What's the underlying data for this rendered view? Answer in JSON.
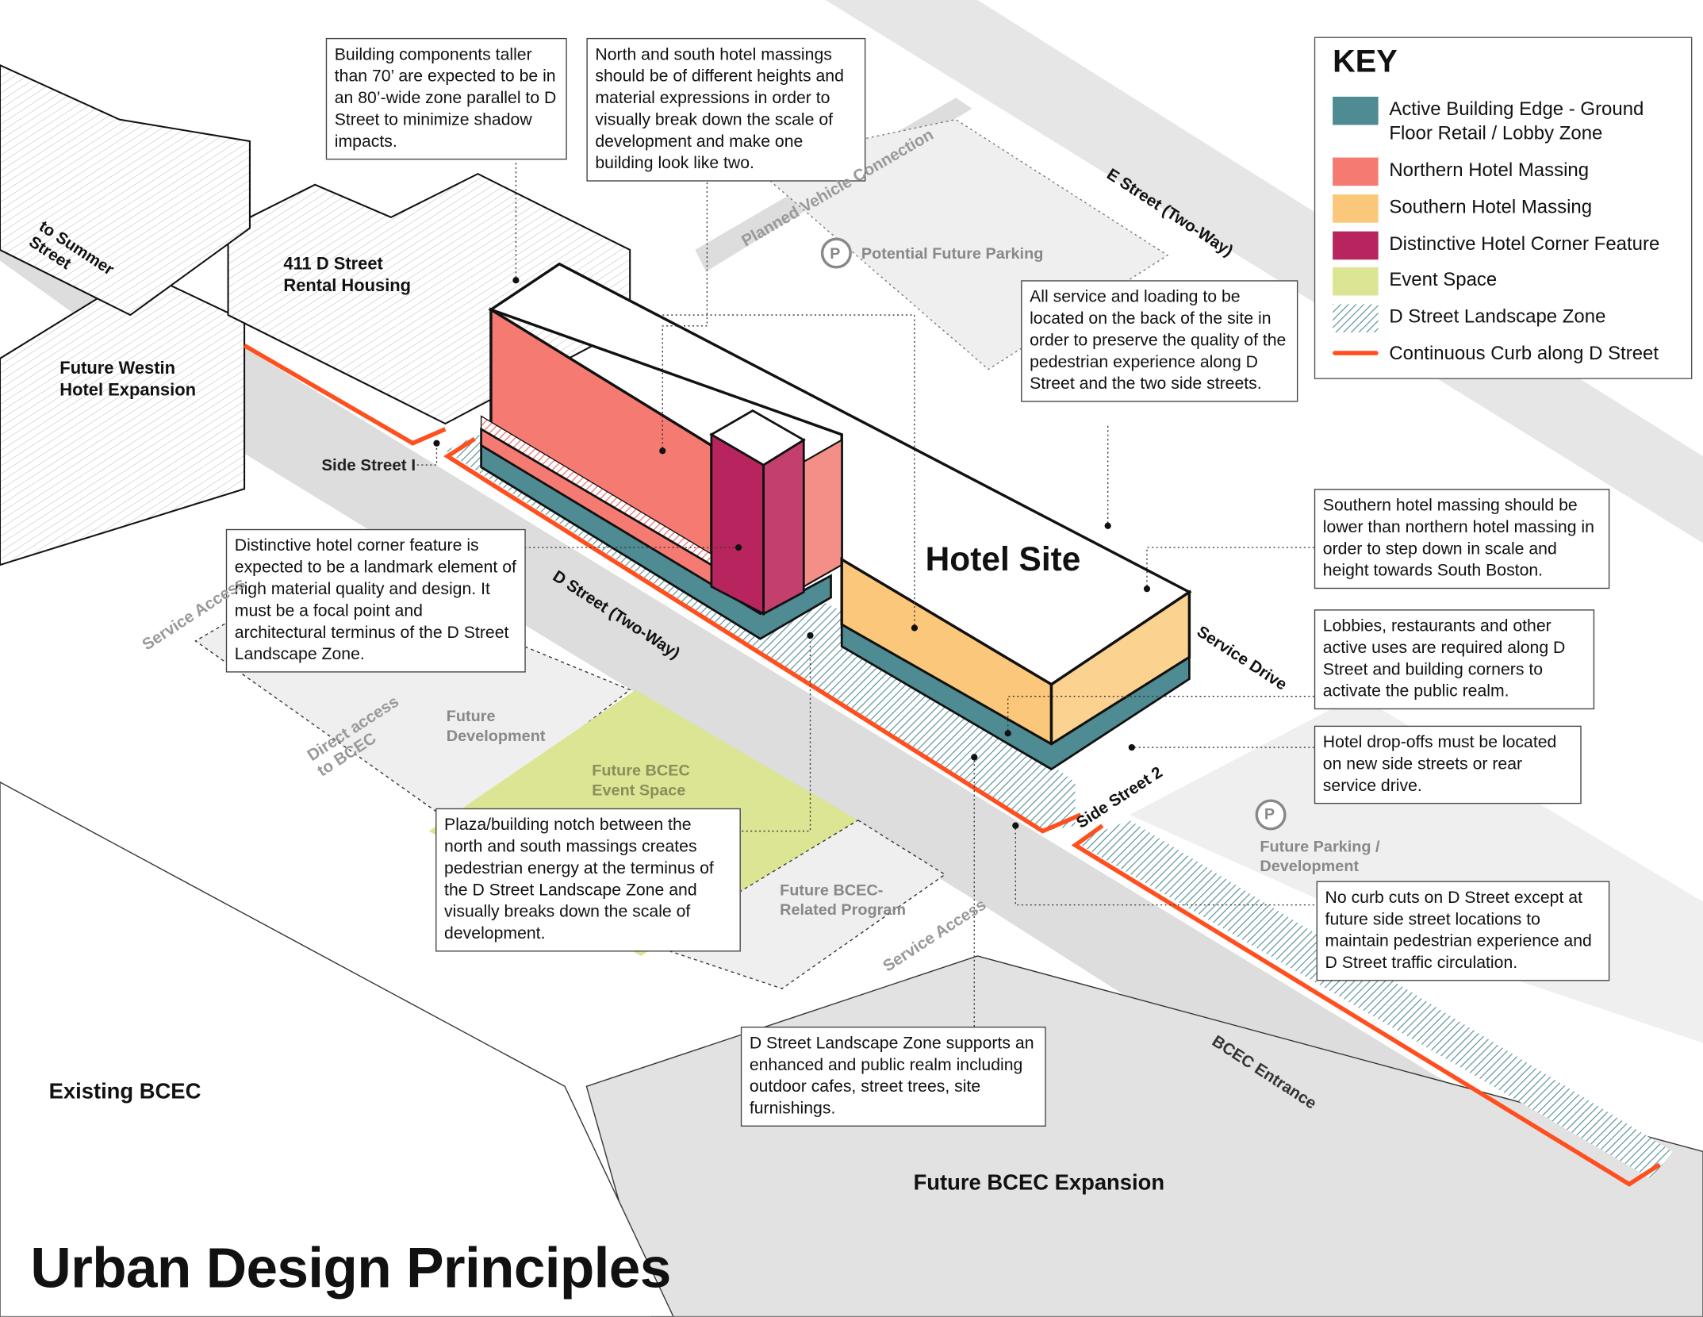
{
  "title": "Urban Design Principles",
  "key": {
    "heading": "KEY",
    "items": [
      {
        "label": "Active Building Edge - Ground\nFloor Retail / Lobby Zone",
        "color": "#4e8b92"
      },
      {
        "label": "Northern Hotel Massing",
        "color": "#f47a72"
      },
      {
        "label": "Southern Hotel Massing",
        "color": "#fbc77a"
      },
      {
        "label": "Distinctive Hotel Corner Feature",
        "color": "#b8245e"
      },
      {
        "label": "Event Space",
        "color": "#dbe594"
      },
      {
        "label": "D Street Landscape Zone",
        "color": "#4e8b92"
      },
      {
        "label": "Continuous Curb along D Street",
        "color": "#ff4f1f"
      }
    ]
  },
  "notes": {
    "height": "Building components taller than 70’ are expected to be in an 80’-wide zone parallel to D Street to minimize shadow impacts.",
    "massings": "North and south hotel massings should be of different heights and material expressions in order to visually break down the scale of development and make one building look like two.",
    "service": "All service and loading to be located on the back of the site in order to preserve the quality of the pedestrian experience along D Street and the two side streets.",
    "southern": "Southern hotel massing should be lower than northern hotel massing in order to step down in scale and height towards South Boston.",
    "lobbies": "Lobbies, restaurants and other active uses are required along D Street and building corners to activate the public realm.",
    "dropoff": "Hotel drop-offs must be located on new side streets or rear service drive.",
    "curbcuts": "No curb cuts on D Street except at future side street locations to maintain pedestrian experience and D Street traffic circulation.",
    "corner": "Distinctive hotel corner feature is expected to be a landmark element of high material quality and design. It must be a focal point and architectural terminus of the D Street Landscape Zone.",
    "plaza": "Plaza/building notch between the north and south massings creates pedestrian energy at the terminus of the D Street Landscape Zone and visually breaks down the scale of development.",
    "landscape": "D Street Landscape Zone supports an enhanced and public realm including outdoor cafes, street trees, site furnishings."
  },
  "labels": {
    "hotel_site": "Hotel Site",
    "rental": "411 D Street\nRental Housing",
    "westin": "Future Westin\nHotel Expansion",
    "existing_bcec": "Existing BCEC",
    "bcec_expansion": "Future BCEC Expansion",
    "side_street_1": "Side Street I",
    "side_street_2": "Side Street 2",
    "d_street": "D Street (Two-Way)",
    "e_street": "E Street (Two-Way)",
    "service_drive": "Service Drive",
    "to_summer": "to Summer\nStreet",
    "planned_vehicle": "Planned Vehicle Connection",
    "potential_parking": "Potential Future Parking",
    "parking_symbol": "P",
    "future_dev": "Future\nDevelopment",
    "event_space": "Future BCEC\nEvent Space",
    "related_program": "Future BCEC-\nRelated Program",
    "future_parking_dev": "Future Parking /\nDevelopment",
    "service_access_1": "Service Access",
    "service_access_2": "Service Access",
    "direct_access": "Direct access\nto BCEC",
    "bcec_entrance": "BCEC Entrance"
  }
}
